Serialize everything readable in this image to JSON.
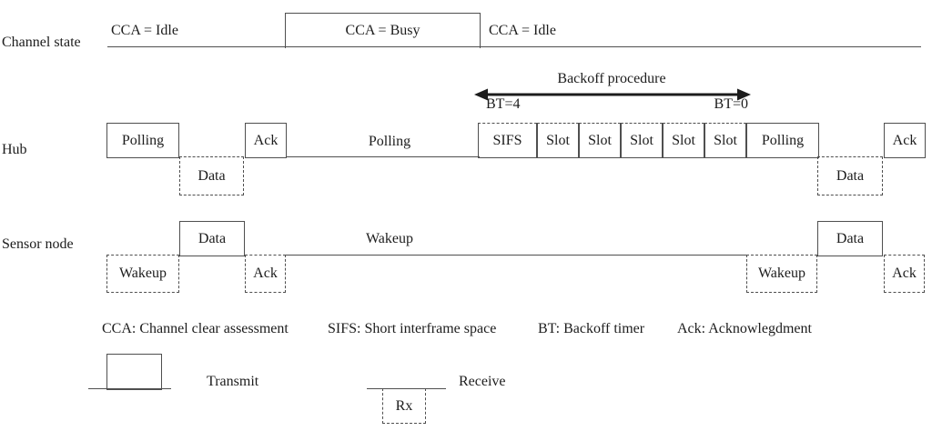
{
  "channel": {
    "label": "Channel state",
    "idle_left": "CCA = Idle",
    "busy": "CCA = Busy",
    "idle_right": "CCA = Idle"
  },
  "backoff": {
    "title": "Backoff procedure",
    "bt_left": "BT=4",
    "bt_right": "BT=0"
  },
  "hub": {
    "label": "Hub",
    "polling_left": "Polling",
    "data_left": "Data",
    "ack_left": "Ack",
    "polling_mid": "Polling",
    "sifs": "SIFS",
    "slots": [
      "Slot",
      "Slot",
      "Slot",
      "Slot",
      "Slot"
    ],
    "polling_right": "Polling",
    "data_right": "Data",
    "ack_right": "Ack"
  },
  "sensor": {
    "label": "Sensor node",
    "wakeup_left": "Wakeup",
    "data_left": "Data",
    "ack_left": "Ack",
    "wakeup_mid": "Wakeup",
    "wakeup_right": "Wakeup",
    "data_right": "Data",
    "ack_right": "Ack"
  },
  "abbreviations": {
    "cca": "CCA: Channel clear assessment",
    "sifs": "SIFS: Short interframe space",
    "bt": "BT: Backoff timer",
    "ack": "Ack: Acknowlegdment"
  },
  "legend": {
    "transmit": "Transmit",
    "receive": "Receive",
    "rx": "Rx"
  },
  "colors": {
    "line": "#4f4f4f",
    "text": "#1c1c1c",
    "background": "#ffffff"
  }
}
